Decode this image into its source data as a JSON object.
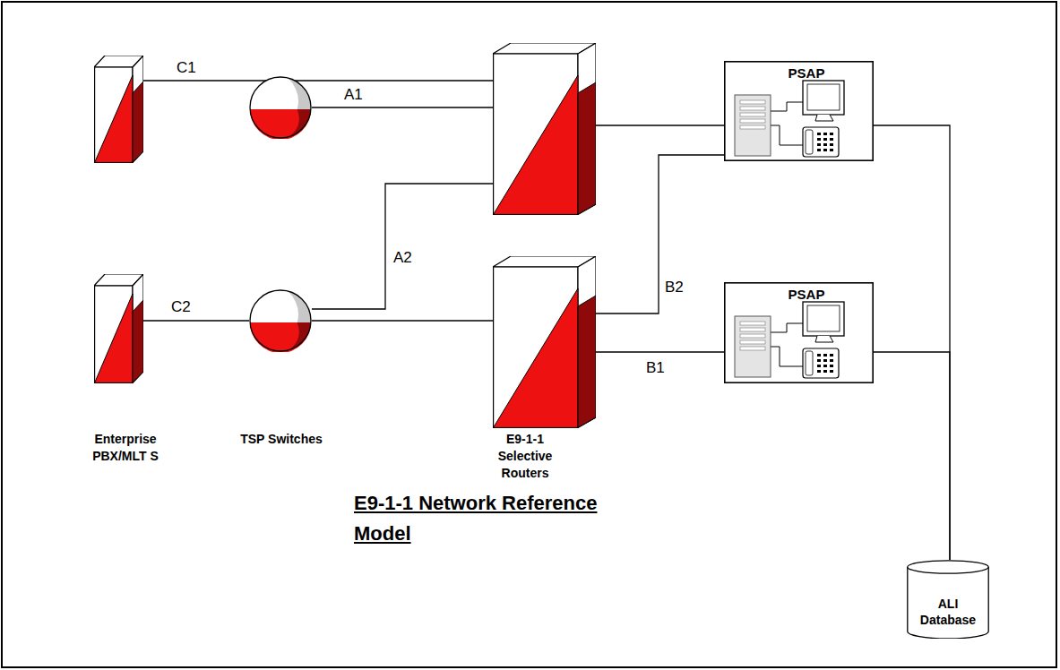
{
  "diagram": {
    "title": "E9-1-1 Network Reference Model",
    "nodes": [
      {
        "text": []
      },
      {
        "text": []
      },
      {
        "text": []
      },
      {
        "text": [
          "PSAP"
        ]
      },
      {
        "text": []
      },
      {
        "text": []
      },
      {
        "text": []
      },
      {
        "text": [
          "PSAP"
        ]
      },
      {
        "text": [
          "ALI Database"
        ]
      }
    ],
    "edges": [
      {
        "from": 0,
        "to": 2,
        "arrow": "none",
        "label": "C1"
      },
      {
        "from": 1,
        "to": 2,
        "arrow": "none",
        "label": "A1"
      },
      {
        "from": 5,
        "to": 2,
        "arrow": "none",
        "label": "A2"
      },
      {
        "from": 4,
        "to": 5,
        "arrow": "none",
        "label": "C2"
      },
      {
        "from": 5,
        "to": 6,
        "arrow": "none"
      },
      {
        "from": 2,
        "to": 3,
        "arrow": "none"
      },
      {
        "from": 6,
        "to": 3,
        "arrow": "none",
        "label": "B2"
      },
      {
        "from": 6,
        "to": 7,
        "arrow": "none",
        "label": "B1"
      },
      {
        "from": 3,
        "to": 8,
        "arrow": "none"
      },
      {
        "from": 7,
        "to": 8,
        "arrow": "none"
      }
    ],
    "labels": [
      "Enterprise PBX/MLT S",
      "TSP Switches",
      "E9-1-1 Selective Routers"
    ]
  }
}
